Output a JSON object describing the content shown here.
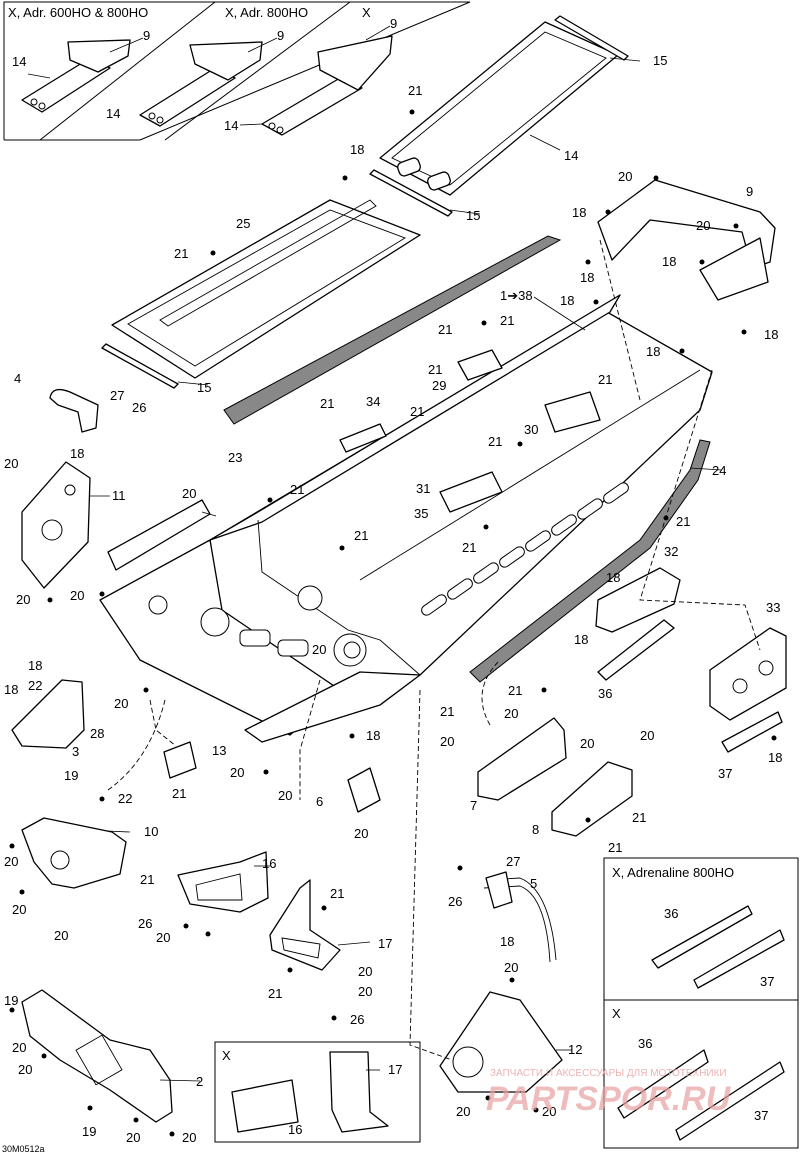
{
  "diagram_code": "30M0512a",
  "variant_boxes": [
    {
      "id": "top_left",
      "labels": [
        "X, Adr. 600HO & 800HO",
        "X, Adr. 800HO",
        "X"
      ]
    },
    {
      "id": "bottom_center",
      "label": "X"
    },
    {
      "id": "right_adrenaline",
      "label": "X, Adrenaline 800HO"
    },
    {
      "id": "right_x",
      "label": "X"
    }
  ],
  "callouts": {
    "c1_38": "1➔38",
    "n2": "2",
    "n3": "3",
    "n4": "4",
    "n5": "5",
    "n6": "6",
    "n7": "7",
    "n8": "8",
    "n9": "9",
    "n10": "10",
    "n11": "11",
    "n12": "12",
    "n13": "13",
    "n14": "14",
    "n15": "15",
    "n16": "16",
    "n17": "17",
    "n18": "18",
    "n19": "19",
    "n20": "20",
    "n21": "21",
    "n22": "22",
    "n23": "23",
    "n24": "24",
    "n25": "25",
    "n26": "26",
    "n27": "27",
    "n28": "28",
    "n29": "29",
    "n30": "30",
    "n31": "31",
    "n32": "32",
    "n33": "33",
    "n34": "34",
    "n35": "35",
    "n36": "36",
    "n37": "37"
  },
  "watermark": {
    "line1": "ЗАПЧАСТИ И АКСЕССУАРЫ ДЛЯ МОТОТЕХНИКИ",
    "line2": "PARTSPOR.RU",
    "color": "#e8a0a0"
  }
}
